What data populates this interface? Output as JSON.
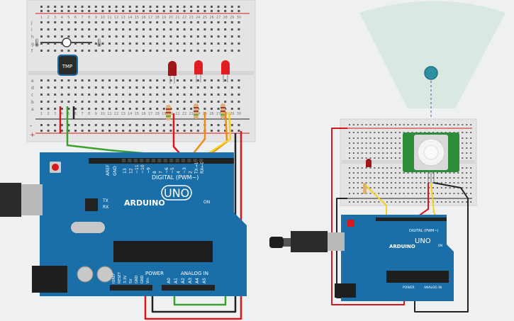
{
  "sensors": {
    "tmp_label": "TMP"
  },
  "board_left": {
    "brand": "ARDUINO",
    "model": "UNO",
    "digital_label": "DIGITAL (PWM~)",
    "power_label": "POWER",
    "analog_label": "ANALOG IN",
    "on_label": "ON",
    "tx_label": "TX",
    "rx_label": "RX",
    "aref_label": "AREF",
    "gnd_label": "GND",
    "power_pins": [
      "IOREF",
      "RESET",
      "3.3V",
      "5V",
      "GND",
      "GND",
      "Vin"
    ],
    "analog_pins": [
      "A0",
      "A1",
      "A2",
      "A3",
      "A4",
      "A5"
    ],
    "digital_pins": [
      "13",
      "12",
      "~11",
      "~10",
      "~9",
      "8",
      "7",
      "~6",
      "~5",
      "4",
      "~3",
      "2",
      "TX→1",
      "RX←0"
    ]
  },
  "board_right": {
    "brand": "ARDUINO",
    "model": "UNO",
    "digital_label": "DIGITAL (PWM~)",
    "power_label": "POWER",
    "analog_label": "ANALOG IN",
    "on_label": "ON"
  },
  "breadboard": {
    "rows_top": [
      "j",
      "i",
      "h",
      "g",
      "f"
    ],
    "rows_bottom": [
      "e",
      "d",
      "c",
      "b",
      "a"
    ],
    "columns": [
      "1",
      "2",
      "3",
      "4",
      "5",
      "6",
      "7",
      "8",
      "9",
      "10",
      "11",
      "12",
      "13",
      "14",
      "15",
      "16",
      "17",
      "18",
      "19",
      "20",
      "21",
      "22",
      "23",
      "24",
      "25",
      "26",
      "27",
      "28",
      "29",
      "30"
    ]
  },
  "colors": {
    "board": "#1b6fa8",
    "breadboard": "#e6e6e6",
    "wire_red": "#d8181d",
    "wire_green": "#3ca02c",
    "wire_orange": "#f08a14",
    "wire_yellow": "#f3d21c",
    "wire_black": "#222222",
    "led_red": "#e11d24",
    "pir_board": "#2e8b3a",
    "pir_range": "#d5e6dd"
  }
}
